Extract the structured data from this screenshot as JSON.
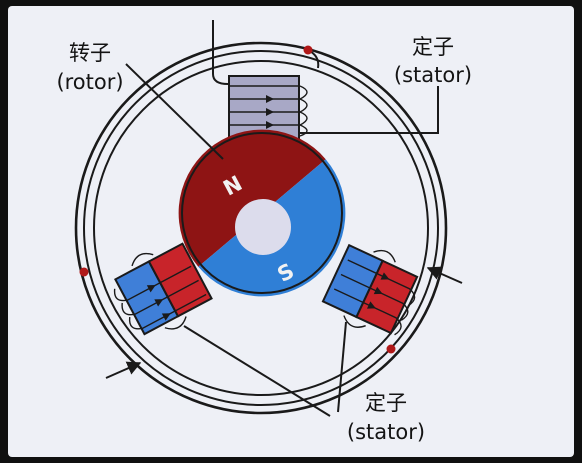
{
  "labels": {
    "rotor_cn": "转子",
    "rotor_en": "(rotor)",
    "stator_top_cn": "定子",
    "stator_top_en": "(stator)",
    "stator_bottom_cn": "定子",
    "stator_bottom_en": "(stator)",
    "pole_north": "N",
    "pole_south": "S"
  },
  "colors": {
    "north": "#8e1414",
    "south": "#2f7fd6",
    "stator_gray": "#a8a8c6",
    "stator_red": "#c8242a",
    "stator_blue": "#3f7fd8",
    "wire": "#1a1a1a",
    "junction": "#b01818"
  }
}
